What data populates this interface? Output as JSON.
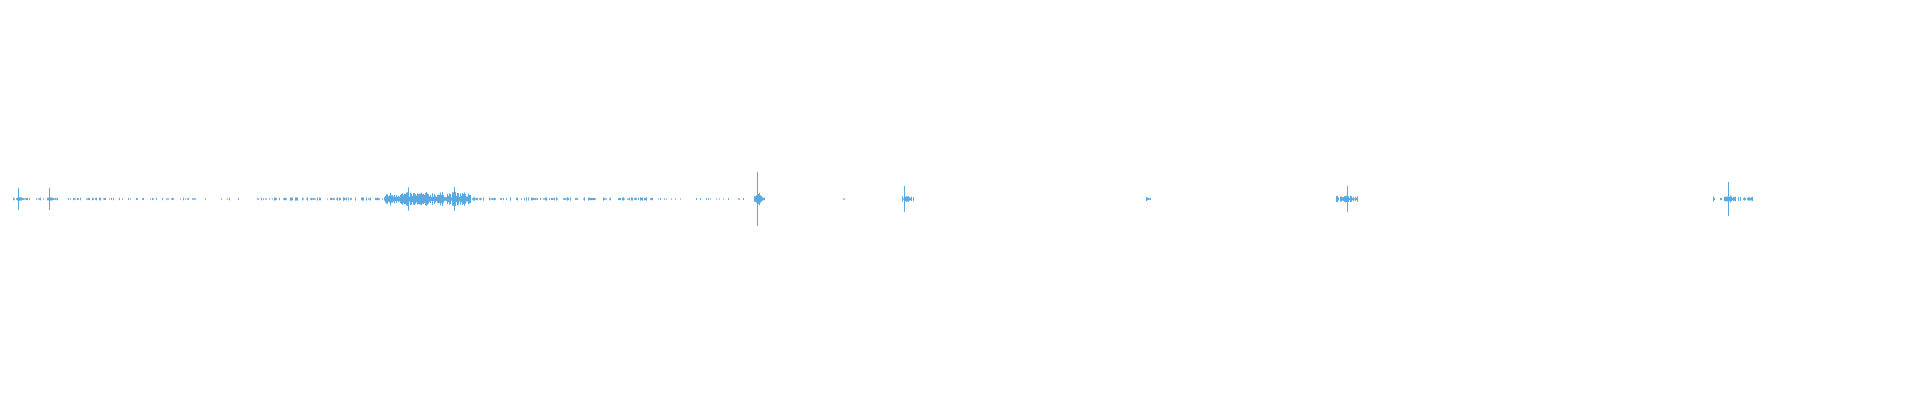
{
  "waveform": {
    "color": "#5aa9e0",
    "background": "#ffffff",
    "time_range": [
      0,
      1000
    ],
    "peaks": [
      {
        "t": 9.4,
        "amp": 0.41
      },
      {
        "t": 25.5,
        "amp": 0.41
      },
      {
        "t": 212.5,
        "amp": 0.43
      },
      {
        "t": 236.5,
        "amp": 0.44
      },
      {
        "t": 394.3,
        "amp": 1.0
      },
      {
        "t": 470.8,
        "amp": 0.48
      },
      {
        "t": 701.6,
        "amp": 0.48
      },
      {
        "t": 900.0,
        "amp": 0.63
      }
    ],
    "noise_segments": [
      {
        "start": 6.8,
        "end": 21.0,
        "density": 0.5,
        "amp": 0.04
      },
      {
        "start": 21.0,
        "end": 125.0,
        "density": 0.35,
        "amp": 0.04
      },
      {
        "start": 134.0,
        "end": 200.5,
        "density": 0.6,
        "amp": 0.05
      },
      {
        "start": 200.5,
        "end": 245.0,
        "density": 1.0,
        "amp": 0.2
      },
      {
        "start": 245.0,
        "end": 340.0,
        "density": 0.55,
        "amp": 0.05
      },
      {
        "start": 340.0,
        "end": 392.0,
        "density": 0.2,
        "amp": 0.03
      },
      {
        "start": 392.0,
        "end": 398.0,
        "density": 0.9,
        "amp": 0.1
      },
      {
        "start": 437.5,
        "end": 440.0,
        "density": 0.5,
        "amp": 0.03
      },
      {
        "start": 469.0,
        "end": 476.0,
        "density": 0.7,
        "amp": 0.08
      },
      {
        "start": 596.3,
        "end": 599.0,
        "density": 0.7,
        "amp": 0.06
      },
      {
        "start": 696.0,
        "end": 707.0,
        "density": 0.7,
        "amp": 0.1
      },
      {
        "start": 892.0,
        "end": 913.0,
        "density": 0.6,
        "amp": 0.07
      }
    ]
  }
}
